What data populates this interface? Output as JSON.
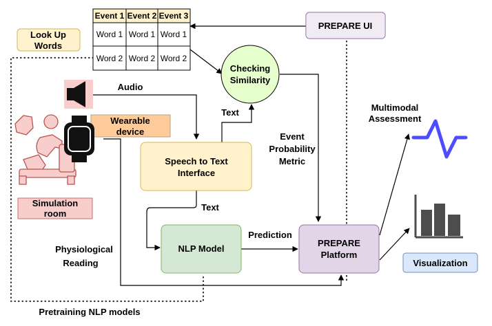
{
  "table": {
    "headers": [
      "Event 1",
      "Event 2",
      "Event 3"
    ],
    "rows": [
      [
        "Word 1",
        "Word 1",
        "Word 1"
      ],
      [
        "Word 2",
        "Word 2",
        "Word 2"
      ]
    ]
  },
  "nodes": {
    "look_up_words": [
      "Look Up",
      "Words"
    ],
    "prepare_ui": "PREPARE UI",
    "checking_similarity": [
      "Checking",
      "Similarity"
    ],
    "wearable_device": [
      "Wearable",
      "device"
    ],
    "speech_to_text": [
      "Speech to Text",
      "Interface"
    ],
    "simulation_room": [
      "Simulation",
      "room"
    ],
    "nlp_model": "NLP Model",
    "prepare_platform": [
      "PREPARE",
      "Platform"
    ],
    "visualization": "Visualization"
  },
  "edge_labels": {
    "audio": "Audio",
    "text_upper": "Text",
    "text_lower": "Text",
    "event_probability": [
      "Event",
      "Probability",
      "Metric"
    ],
    "prediction": "Prediction",
    "physiological": [
      "Physiological",
      "Reading"
    ],
    "multimodal": [
      "Multimodal",
      "Assessment"
    ],
    "pretraining": "Pretraining NLP models"
  },
  "colors": {
    "yellow_fill": "#fff2cc",
    "yellow_stroke": "#d6b656",
    "purple_fill": "#e1d5e7",
    "purple_stroke": "#9673a6",
    "green_fill": "#d5e8d4",
    "green_stroke": "#82b366",
    "similarity_fill": "#e6ffcc",
    "pink_fill": "#f8cecc",
    "pink_stroke": "#b85450",
    "orange_fill": "#ffcc99",
    "blue_fill": "#dae8fc",
    "blue_stroke": "#6c8ebf",
    "signal": "#4d4dff",
    "bars": "#4d4d4d"
  },
  "icons": [
    "speaker-icon",
    "person-icon",
    "smartwatch-icon",
    "signal-wave-icon",
    "bar-chart-icon"
  ]
}
